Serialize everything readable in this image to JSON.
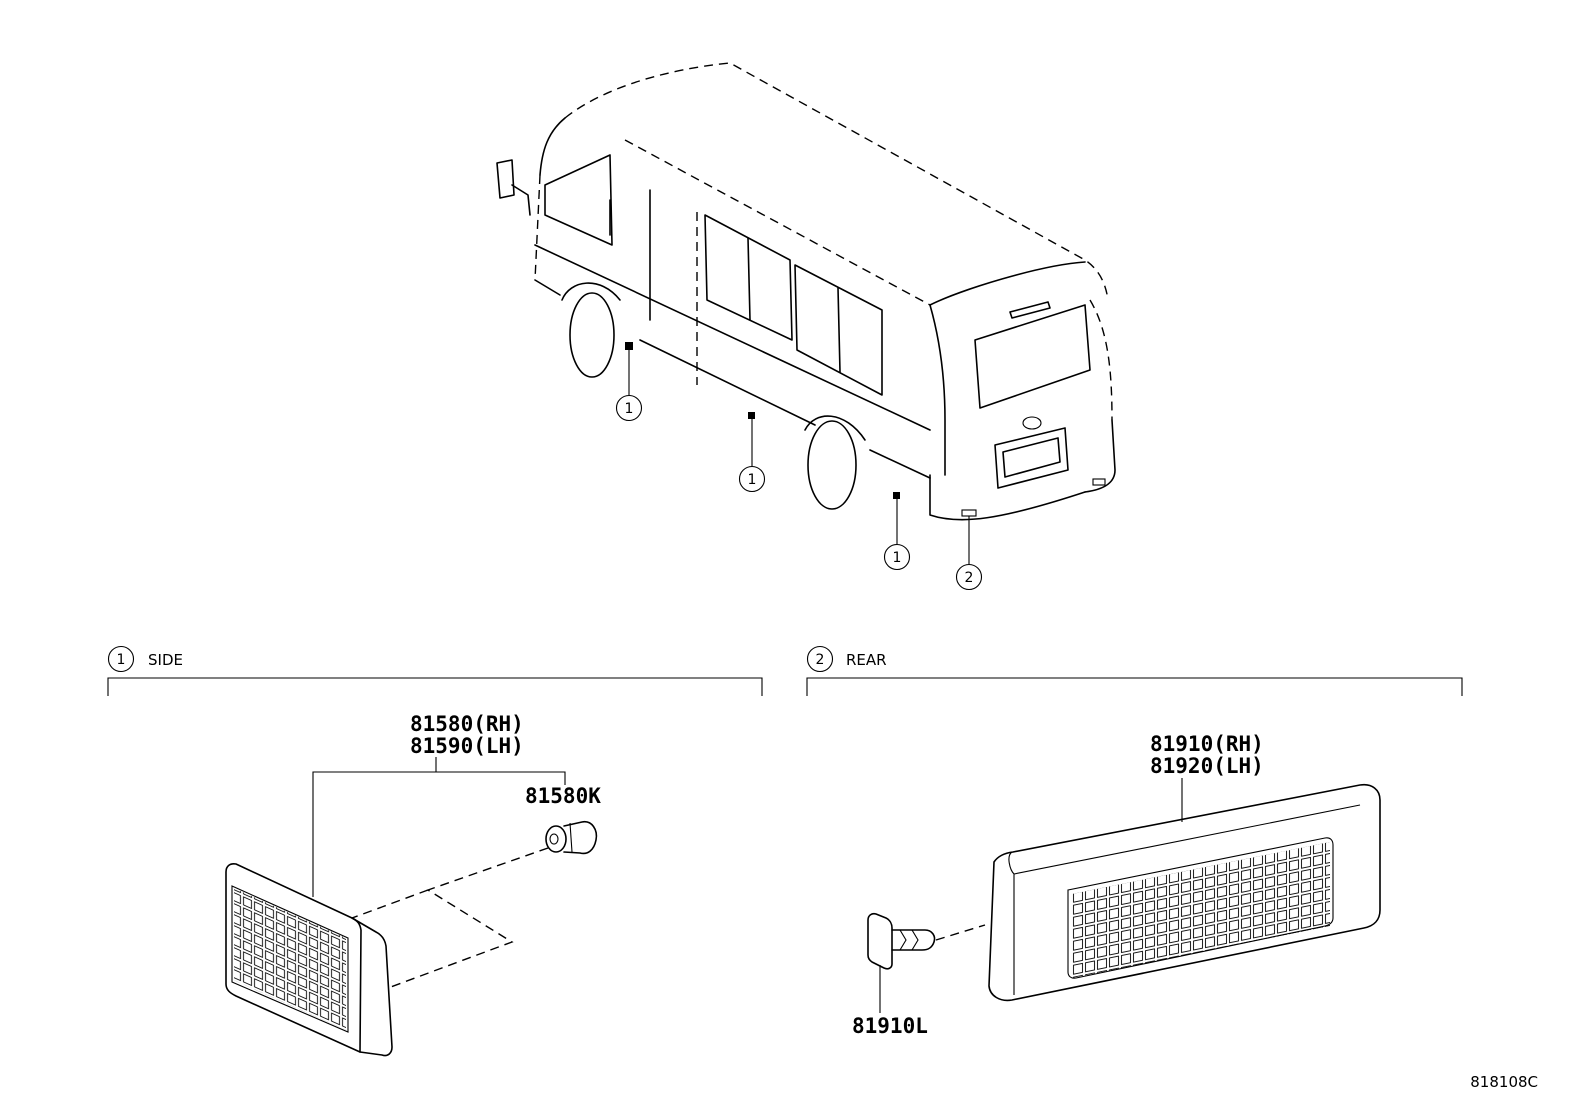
{
  "callouts": {
    "side_number": "1",
    "rear_number": "2"
  },
  "sections": {
    "side": {
      "number": "1",
      "label": "SIDE"
    },
    "rear": {
      "number": "2",
      "label": "REAR"
    }
  },
  "parts": {
    "side_reflector_rh": "81580(RH)",
    "side_reflector_lh": "81590(LH)",
    "side_clip": "81580K",
    "rear_reflector_rh": "81910(RH)",
    "rear_reflector_lh": "81920(LH)",
    "rear_clip": "81910L"
  },
  "diagram_code": "818108C"
}
